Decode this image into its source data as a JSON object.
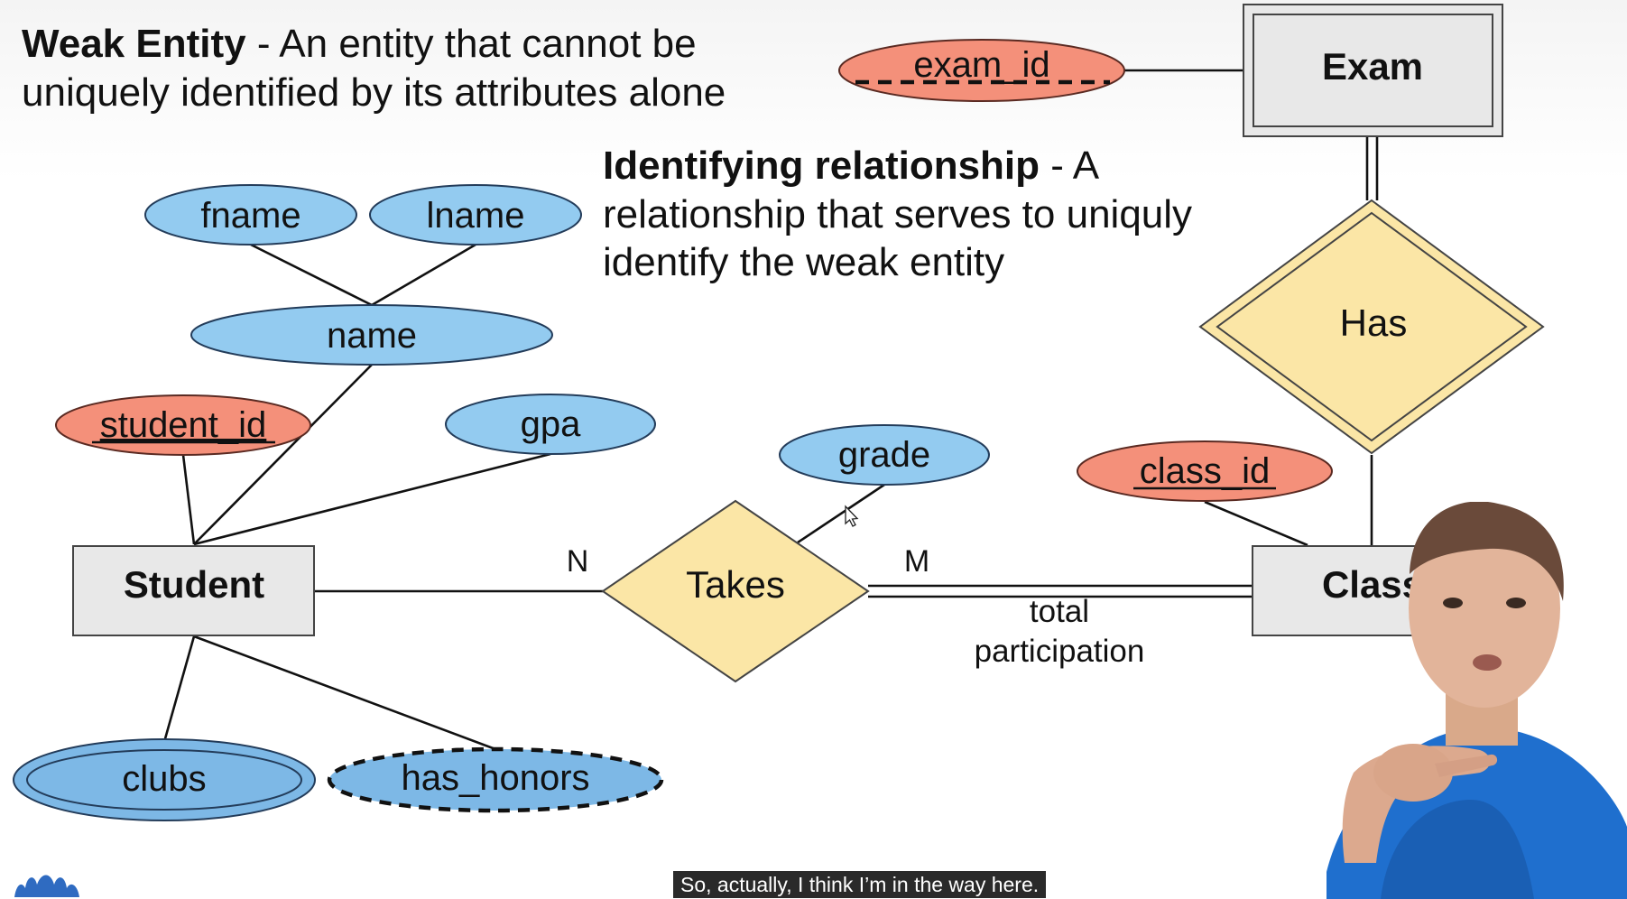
{
  "definitions": {
    "weak_term": "Weak Entity",
    "weak_text": " - An entity that cannot be uniquely identified by its attributes alone",
    "ident_term": "Identifying relationship",
    "ident_text": " - A relationship that serves to uniquly identify the weak entity"
  },
  "entities": {
    "student": "Student",
    "class": "Class",
    "exam": "Exam"
  },
  "relationships": {
    "takes": "Takes",
    "has": "Has"
  },
  "attributes": {
    "fname": "fname",
    "lname": "lname",
    "name": "name",
    "student_id": "student_id",
    "gpa": "gpa",
    "grade": "grade",
    "class_id": "class_id",
    "exam_id": "exam_id",
    "clubs": "clubs",
    "has_honors": "has_honors"
  },
  "cardinality": {
    "student_side": "N",
    "class_side": "M"
  },
  "annotations": {
    "total_participation_line1": "total",
    "total_participation_line2": "participation"
  },
  "caption": "So, actually, I think I’m in the way here.",
  "colors": {
    "attribute_blue": "#93cbf0",
    "multivalued_blue": "#7db8e6",
    "key_attribute_red": "#f4907a",
    "relationship_yellow": "#fbe6a6",
    "entity_gray": "#e8e8e8",
    "line": "#111111"
  }
}
